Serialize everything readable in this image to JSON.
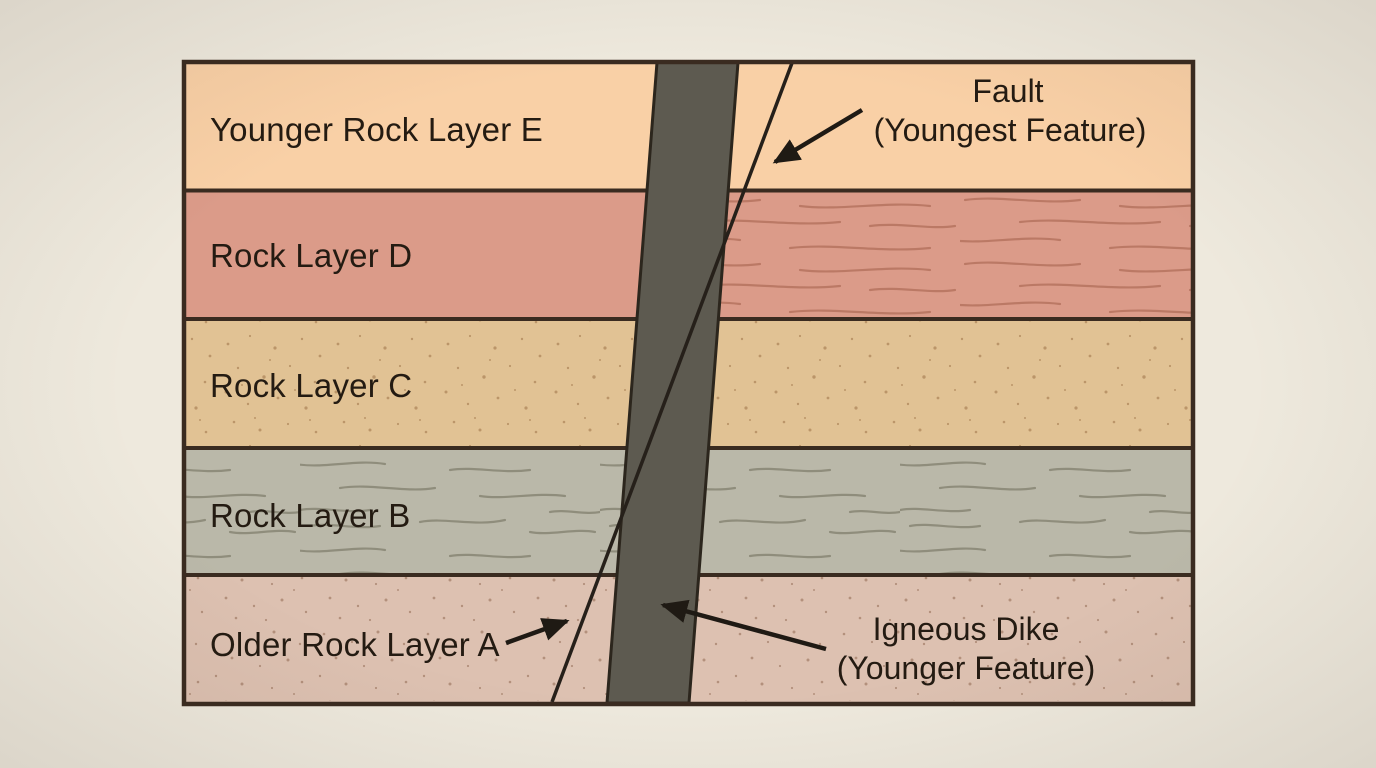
{
  "page": {
    "background_color": "#eee9dd"
  },
  "diagram": {
    "title_implicit": "Geologic cross-section showing relative ages of rock layers, an igneous dike and a fault",
    "frame_color": "#3a2b20",
    "text_color": "#241b12",
    "layers": [
      {
        "name": "E",
        "label": "Younger Rock Layer E",
        "color": "#f9d0a6",
        "texture": "plain"
      },
      {
        "name": "D",
        "label": "Rock Layer D",
        "color": "#db9b89",
        "texture": "horizontal-lines"
      },
      {
        "name": "C",
        "label": "Rock Layer C",
        "color": "#e1c294",
        "texture": "speckled"
      },
      {
        "name": "B",
        "label": "Rock Layer B",
        "color": "#bab8a9",
        "texture": "horizontal-lines"
      },
      {
        "name": "A",
        "label": "Older Rock Layer A",
        "color": "#ddc1b1",
        "texture": "speckled"
      }
    ],
    "dike": {
      "color": "#5d5a50",
      "outline_color": "#2c261d"
    },
    "fault": {
      "line_color": "#26201a"
    },
    "annotations": {
      "fault": {
        "line1": "Fault",
        "line2": "(Youngest Feature)"
      },
      "dike": {
        "line1": "Igneous Dike",
        "line2": "(Younger Feature)"
      }
    }
  }
}
